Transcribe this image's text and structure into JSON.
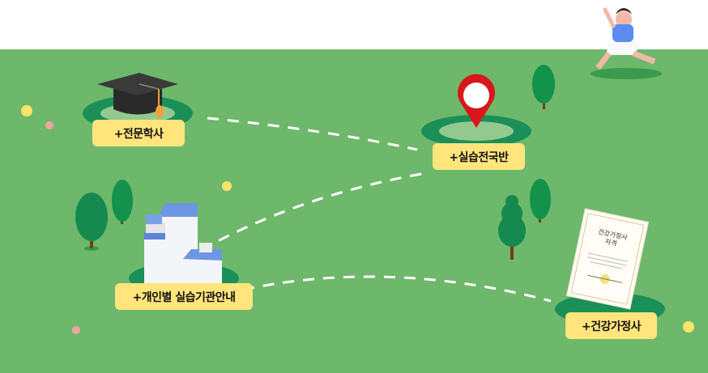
{
  "colors": {
    "grass": "#6db86b",
    "pad": "#1a8f57",
    "label": "#ffe57c",
    "pin": "#d8161b"
  },
  "stops": [
    {
      "label": "+전문학사",
      "icon": "graduation-cap-icon"
    },
    {
      "label": "+실습전국반",
      "icon": "map-pin-icon"
    },
    {
      "label": "+개인별 실습기관안내",
      "icon": "building-icon"
    },
    {
      "label": "+건강가정사",
      "icon": "certificate-icon"
    }
  ],
  "certificate": {
    "title_line1": "건강가정사",
    "title_line2": "자격"
  }
}
